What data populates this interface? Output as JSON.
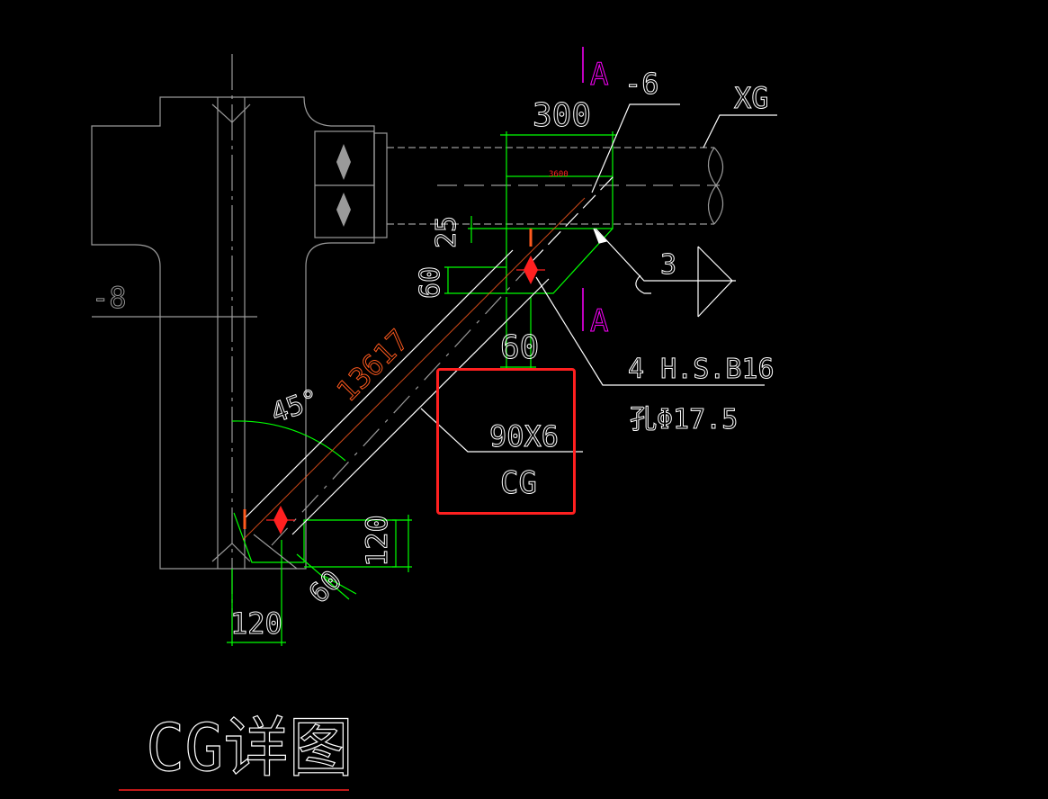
{
  "drawing": {
    "title": "CG详图",
    "labels": {
      "plate_thk_left": "-8",
      "plate_thk_top": "-6",
      "xg": "XG",
      "dim_300": "300",
      "dim_3600": "3600",
      "dim_25": "25",
      "dim_60_a": "60",
      "dim_60_b": "60",
      "dim_60_c": "60",
      "dim_120_a": "120",
      "dim_120_b": "120",
      "dim_13617": "13617",
      "angle": "45°",
      "section_mark_top": "A",
      "section_mark_bottom": "A",
      "weld_size": "3",
      "bolts": "4 H.S.B16",
      "hole": "孔Φ17.5",
      "member_size": "90X6",
      "member_name": "CG"
    },
    "colors": {
      "background": "#000000",
      "white": "#ffffff",
      "green": "#00ff00",
      "red": "#ff2020",
      "orange": "#ff5a1e",
      "magenta": "#ff00ff",
      "grey": "#9a9a9a"
    }
  }
}
